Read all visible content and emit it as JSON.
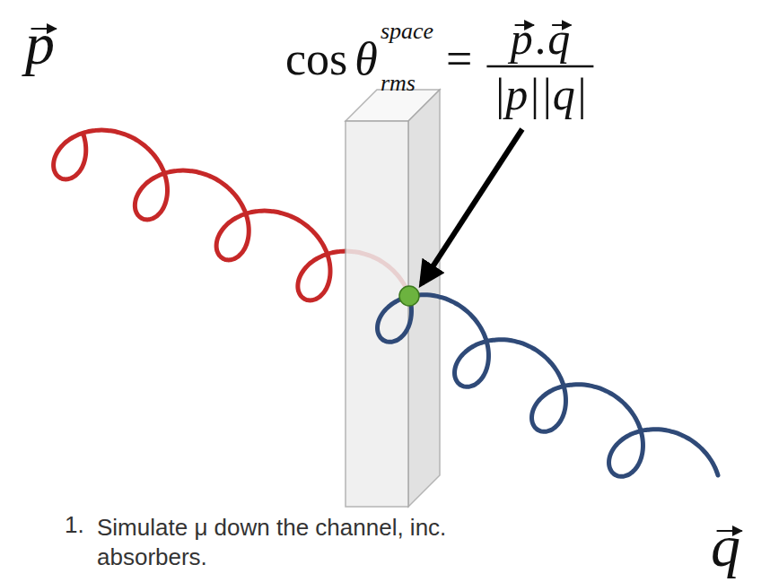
{
  "diagram": {
    "labels": [
      "p",
      "cos",
      "θ",
      "space",
      "rms",
      "=",
      "p",
      ".",
      "q",
      "|p||q|",
      "1.",
      "Simulate μ down the channel, inc. absorbers.",
      "q"
    ]
  }
}
